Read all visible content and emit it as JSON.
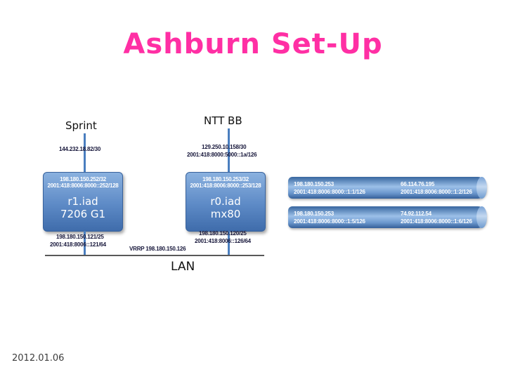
{
  "slide": {
    "title": "Ashburn Set-Up",
    "date": "2012.01.06"
  },
  "colors": {
    "title_pink": "#ff2fa4",
    "node_blue": "#4f81bd",
    "connector_blue": "#4a7ebf",
    "lan_line_gray": "#595959"
  },
  "diagram": {
    "uplinks": [
      {
        "provider": "Sprint",
        "addresses": [
          "144.232.18.82/30"
        ]
      },
      {
        "provider": "NTT BB",
        "addresses": [
          "129.250.10.158/30",
          "2001:418:8000:5000::1a/126"
        ]
      }
    ],
    "routers": [
      {
        "loopback_v4": "198.180.150.252/32",
        "loopback_v6": "2001:418:8006:8000::252/128",
        "name": "r1.iad",
        "model": "7206 G1",
        "lan_v4": "198.180.150.121/25",
        "lan_v6": "2001:418:8006::121/64"
      },
      {
        "loopback_v4": "198.180.150.253/32",
        "loopback_v6": "2001:418:8006:8000::253/128",
        "name": "r0.iad",
        "model": "mx80",
        "lan_v4": "198.180.150.120/25",
        "lan_v6": "2001:418:8006::126/64"
      }
    ],
    "vrrp_label": "VRRP 198.180.150.126",
    "lan_label": "LAN",
    "tunnels": [
      {
        "left_v4": "198.180.150.253",
        "left_v6": "2001:418:8006:8000::1:1/126",
        "right_v4": "66.114.76.195",
        "right_v6": "2001:418:8006:8000::1:2/126"
      },
      {
        "left_v4": "198.180.150.253",
        "left_v6": "2001:418:8006:8000::1:5/126",
        "right_v4": "74.92.112.54",
        "right_v6": "2001:418:8006:8000::1:6/126"
      }
    ]
  }
}
